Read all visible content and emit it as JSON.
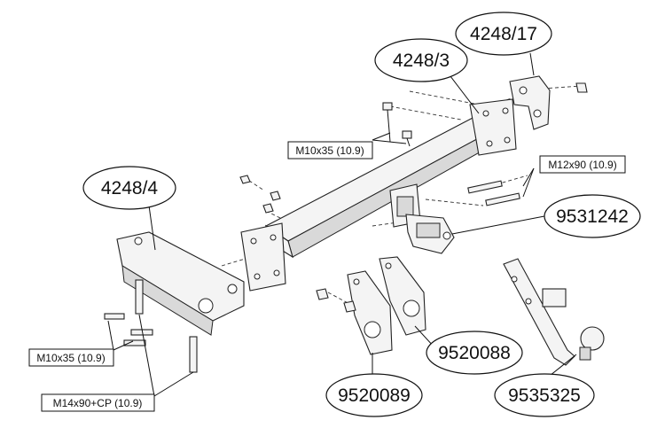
{
  "diagram": {
    "part_numbers": {
      "bracket_right": "4248/17",
      "crossbar": "4248/3",
      "bracket_left": "4248/4",
      "socket_holder": "9531242",
      "plate_a": "9520088",
      "plate_b": "9520089",
      "towball": "9535325"
    },
    "bolt_specs": {
      "top_m10": "M10x35 (10.9)",
      "right_m12": "M12x90 (10.9)",
      "left_m10": "M10x35 (10.9)",
      "left_m14": "M14x90+CP (10.9)"
    }
  }
}
